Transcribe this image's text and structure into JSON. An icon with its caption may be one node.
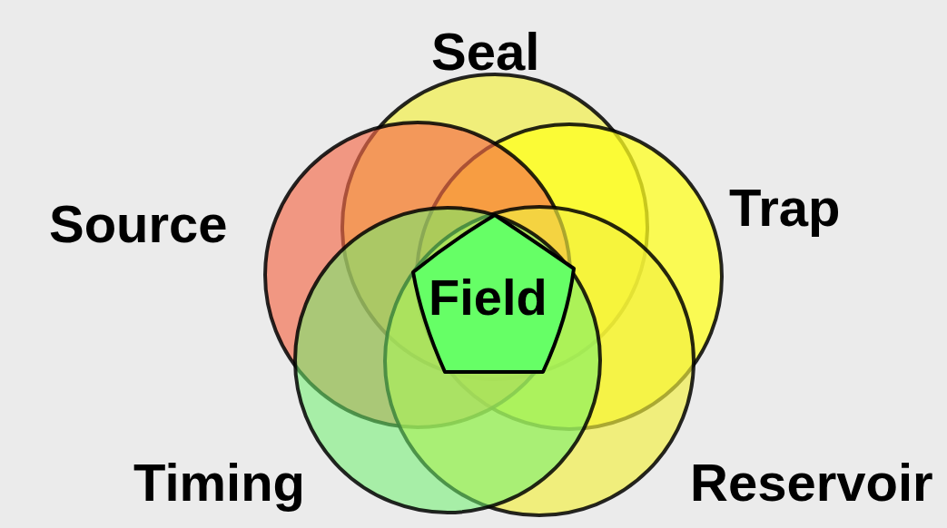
{
  "diagram": {
    "nodes": [
      {
        "text": [
          "Seal"
        ]
      },
      {
        "text": [
          "Source"
        ]
      },
      {
        "text": [
          "Trap"
        ]
      },
      {
        "text": [
          "Timing"
        ]
      },
      {
        "text": [
          "Reservoir"
        ]
      },
      {
        "text": [
          "Field"
        ]
      }
    ]
  }
}
